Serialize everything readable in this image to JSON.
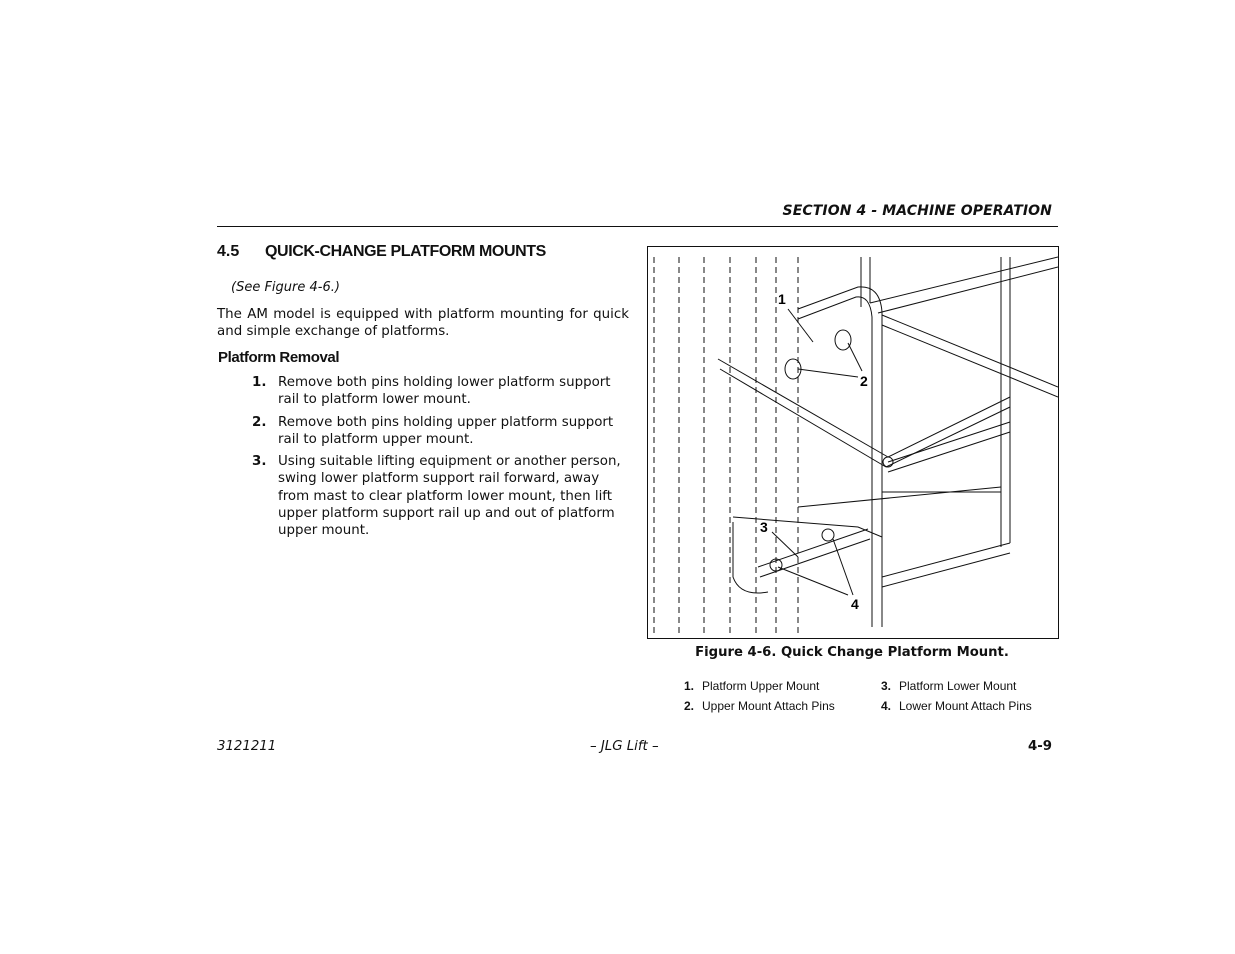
{
  "header": {
    "section": "SECTION 4 - MACHINE OPERATION"
  },
  "section": {
    "number": "4.5",
    "title": "QUICK-CHANGE PLATFORM MOUNTS"
  },
  "see_figure": "(See Figure 4-6.)",
  "intro": "The AM model is equipped with platform mounting for quick and simple exchange of platforms.",
  "subheading": "Platform Removal",
  "steps": [
    {
      "num": "1.",
      "text": "Remove both pins holding lower platform support rail to platform lower mount."
    },
    {
      "num": "2.",
      "text": "Remove both pins holding upper platform support rail to platform upper mount."
    },
    {
      "num": "3.",
      "text": "Using suitable lifting equipment or another person, swing lower platform support rail forward, away from mast to clear platform lower mount, then lift upper platform support rail up and out of platform upper mount."
    }
  ],
  "figure": {
    "callouts": [
      "1",
      "2",
      "3",
      "4"
    ],
    "caption": "Figure 4-6. Quick Change Platform Mount.",
    "legend": [
      {
        "num": "1.",
        "label": "Platform Upper Mount"
      },
      {
        "num": "2.",
        "label": "Upper Mount Attach Pins"
      },
      {
        "num": "3.",
        "label": "Platform Lower Mount"
      },
      {
        "num": "4.",
        "label": "Lower Mount Attach Pins"
      }
    ]
  },
  "footer": {
    "doc_number": "3121211",
    "center": "– JLG Lift –",
    "page": "4-9"
  }
}
